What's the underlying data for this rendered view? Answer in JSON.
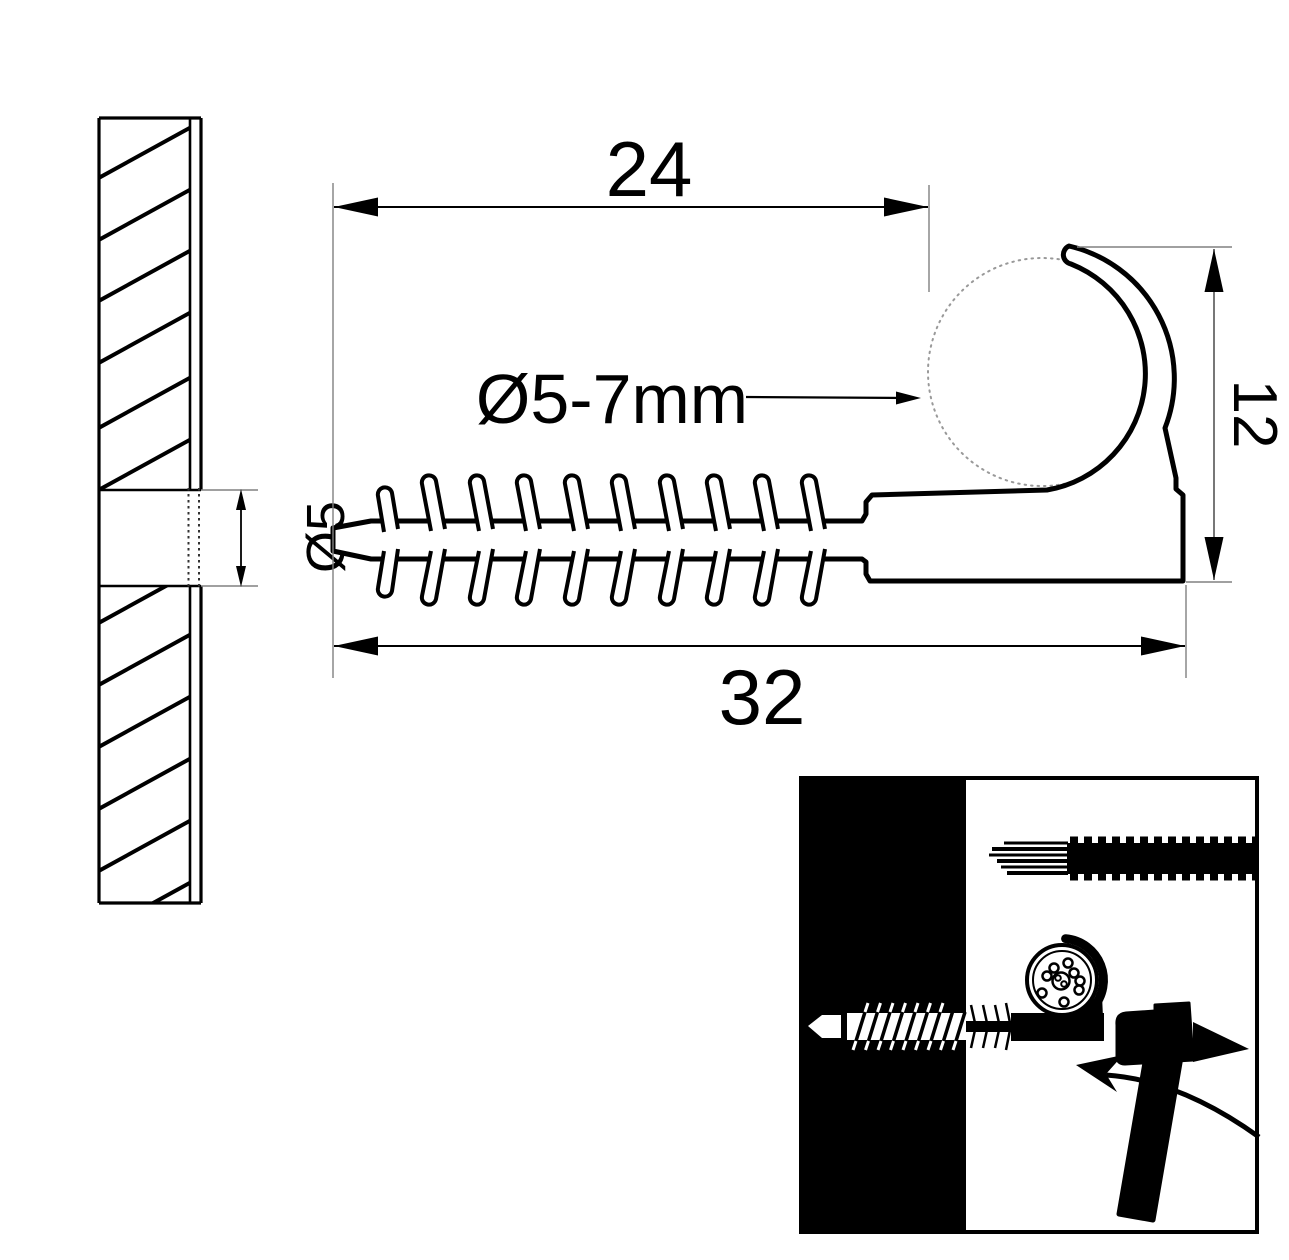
{
  "drawing": {
    "dimensions": {
      "top_width": "24",
      "bottom_length": "32",
      "right_height": "12",
      "wall_hole_diameter": "Ø5",
      "cable_diameter_range": "Ø5-7mm"
    },
    "colors": {
      "ink": "#000000",
      "background": "#ffffff",
      "extension_line": "#808080",
      "dotted_cable_outline": "#999999"
    }
  }
}
